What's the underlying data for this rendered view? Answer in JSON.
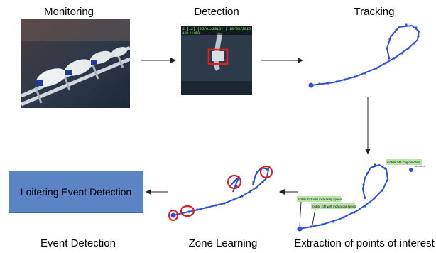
{
  "stages": {
    "monitoring": "Monitoring",
    "detection": "Detection",
    "tracking": "Tracking",
    "extraction": "Extraction of points of interest",
    "zone_learning": "Zone Learning",
    "event_detection": "Event Detection"
  },
  "result_box": {
    "text": "Loitering Event Detection",
    "fill": "#5b84c4",
    "border": "#3f6aa8"
  },
  "detection_overlay": {
    "line1": "2 [12] (25/01/2016) | 18/05/2016",
    "line2": "14:44:58"
  },
  "extraction_annotations": {
    "tag_top": "mobile 242 Chg direction",
    "tag_top_side": "direction",
    "tag_mid": "mobile 242 with increasing speed",
    "tag_low": "mobile 242 with increasing speed"
  },
  "colors": {
    "track": "#2f4fdc",
    "highlight": "#e02020",
    "arrow": "#222222",
    "tag": "#b8e6a8"
  }
}
